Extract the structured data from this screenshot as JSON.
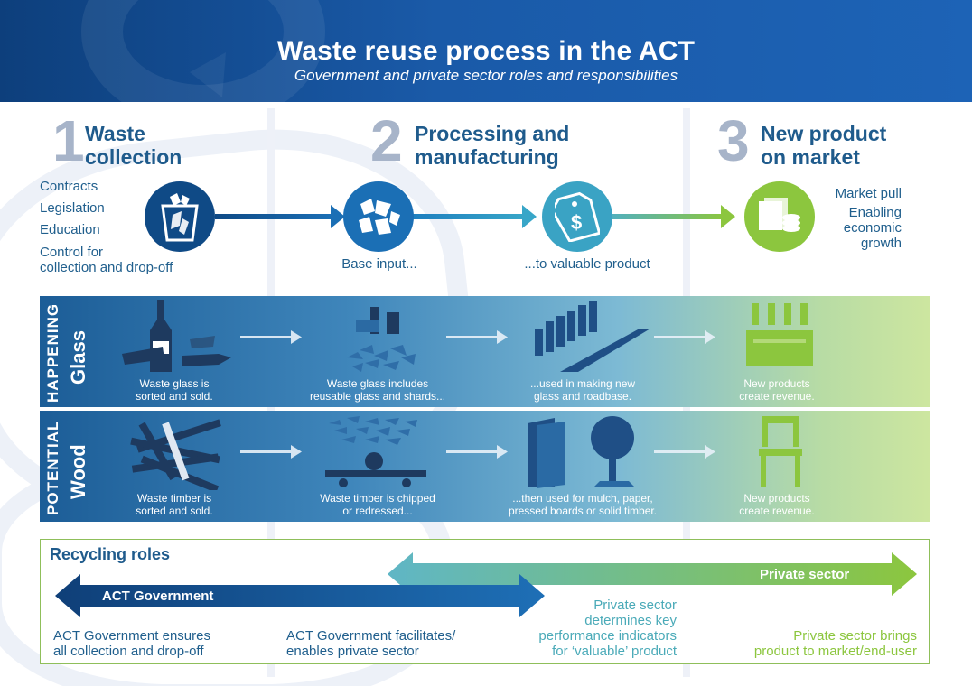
{
  "header": {
    "title": "Waste reuse process in the ACT",
    "subtitle": "Government and private sector roles and responsibilities"
  },
  "steps": [
    {
      "number": "1",
      "title_line1": "Waste",
      "title_line2": "collection"
    },
    {
      "number": "2",
      "title_line1": "Processing and",
      "title_line2": "manufacturing"
    },
    {
      "number": "3",
      "title_line1": "New product",
      "title_line2": "on market"
    }
  ],
  "collection_items": [
    "Contracts",
    "Legislation",
    "Education",
    "Control for",
    "collection and drop-off"
  ],
  "market_items": [
    "Market pull",
    "Enabling",
    "economic",
    "growth"
  ],
  "flow_captions": {
    "base_input": "Base input...",
    "valuable_product": "...to valuable product"
  },
  "panel_side_labels": {
    "happening": "HAPPENING",
    "potential": "POTENTIAL",
    "glass": "Glass",
    "wood": "Wood"
  },
  "glass_steps": [
    {
      "line1": "Waste glass is",
      "line2": "sorted and sold."
    },
    {
      "line1": "Waste glass includes",
      "line2": "reusable glass and shards..."
    },
    {
      "line1": "...used in making new",
      "line2": "glass and roadbase."
    },
    {
      "line1": "New products",
      "line2": "create revenue."
    }
  ],
  "wood_steps": [
    {
      "line1": "Waste timber is",
      "line2": "sorted and sold."
    },
    {
      "line1": "Waste timber is chipped",
      "line2": "or redressed..."
    },
    {
      "line1": "...then used for mulch, paper,",
      "line2": "pressed boards or solid timber."
    },
    {
      "line1": "New products",
      "line2": "create revenue."
    }
  ],
  "roles": {
    "title": "Recycling roles",
    "act_government_label": "ACT Government",
    "private_sector_label": "Private sector",
    "gov_ensures_line1": "ACT Government ensures",
    "gov_ensures_line2": "all collection and drop-off",
    "gov_facilitates_line1": "ACT Government facilitates/",
    "gov_facilitates_line2": "enables private sector",
    "private_determines_line1": "Private sector",
    "private_determines_line2": "determines key",
    "private_determines_line3": "performance indicators",
    "private_determines_line4": "for ‘valuable’ product",
    "private_brings_line1": "Private sector brings",
    "private_brings_line2": "product to market/end-user"
  },
  "colors": {
    "header_dark": "#0d3f7c",
    "header_light": "#1d63b6",
    "step_title": "#1f5b8c",
    "step_number": "#a7b4c9",
    "dark_blue": "#0f4a86",
    "mid_blue": "#1e7fbf",
    "teal": "#3aa3c4",
    "green": "#8cc63e"
  }
}
